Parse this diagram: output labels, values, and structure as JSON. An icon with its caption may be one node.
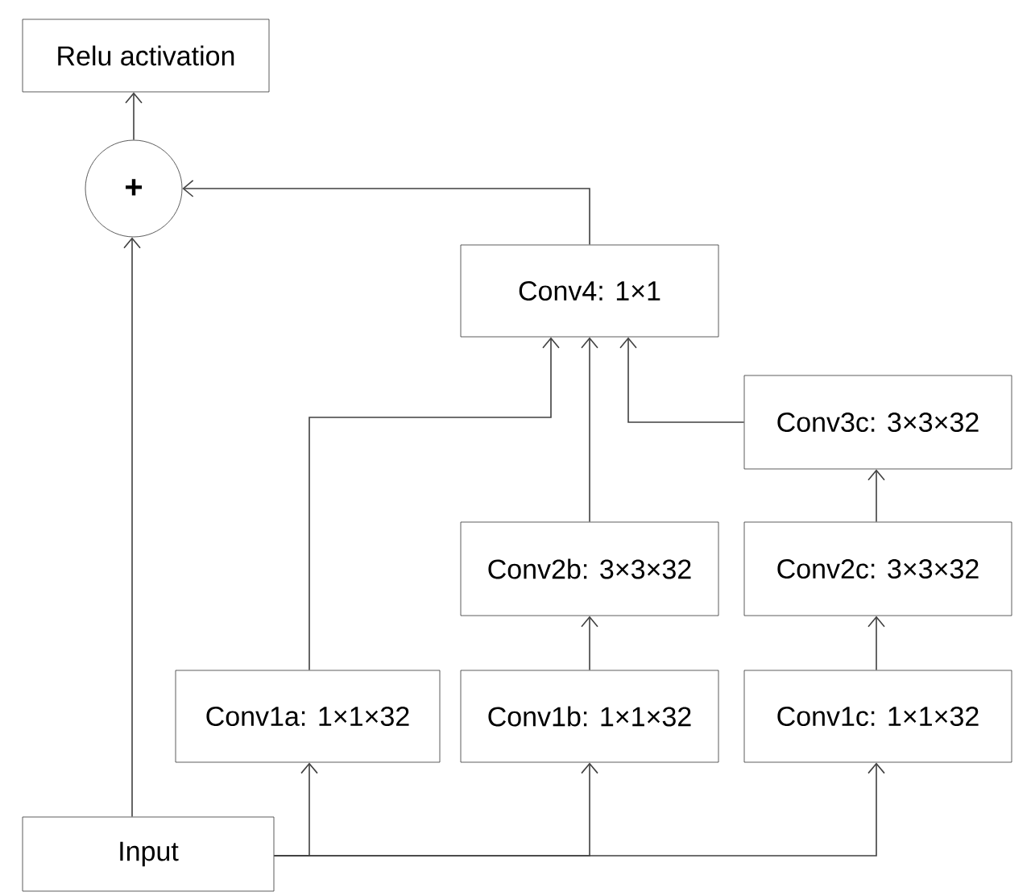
{
  "diagram": {
    "nodes": [
      {
        "text": [
          "Relu activation"
        ]
      },
      {
        "text": [
          "+"
        ]
      },
      {
        "text": [
          "Conv4: 1×1"
        ]
      },
      {
        "text": [
          "Conv3c: 3×3×32"
        ]
      },
      {
        "text": [
          "Conv2b: 3×3×32"
        ]
      },
      {
        "text": [
          "Conv2c: 3×3×32"
        ]
      },
      {
        "text": [
          "Conv1a: 1×1×32"
        ]
      },
      {
        "text": [
          "Conv1b: 1×1×32"
        ]
      },
      {
        "text": [
          "Conv1c: 1×1×32"
        ]
      },
      {
        "text": [
          "Input"
        ]
      }
    ],
    "edges": [
      {
        "from": 9,
        "to": 1,
        "arrow": "to"
      },
      {
        "from": 9,
        "to": 6,
        "arrow": "to"
      },
      {
        "from": 9,
        "to": 7,
        "arrow": "to"
      },
      {
        "from": 9,
        "to": 8,
        "arrow": "to"
      },
      {
        "from": 7,
        "to": 4,
        "arrow": "to"
      },
      {
        "from": 8,
        "to": 5,
        "arrow": "to"
      },
      {
        "from": 5,
        "to": 3,
        "arrow": "to"
      },
      {
        "from": 6,
        "to": 2,
        "arrow": "to"
      },
      {
        "from": 4,
        "to": 2,
        "arrow": "to"
      },
      {
        "from": 3,
        "to": 2,
        "arrow": "to"
      },
      {
        "from": 2,
        "to": 1,
        "arrow": "to"
      },
      {
        "from": 1,
        "to": 0,
        "arrow": "to"
      }
    ]
  }
}
